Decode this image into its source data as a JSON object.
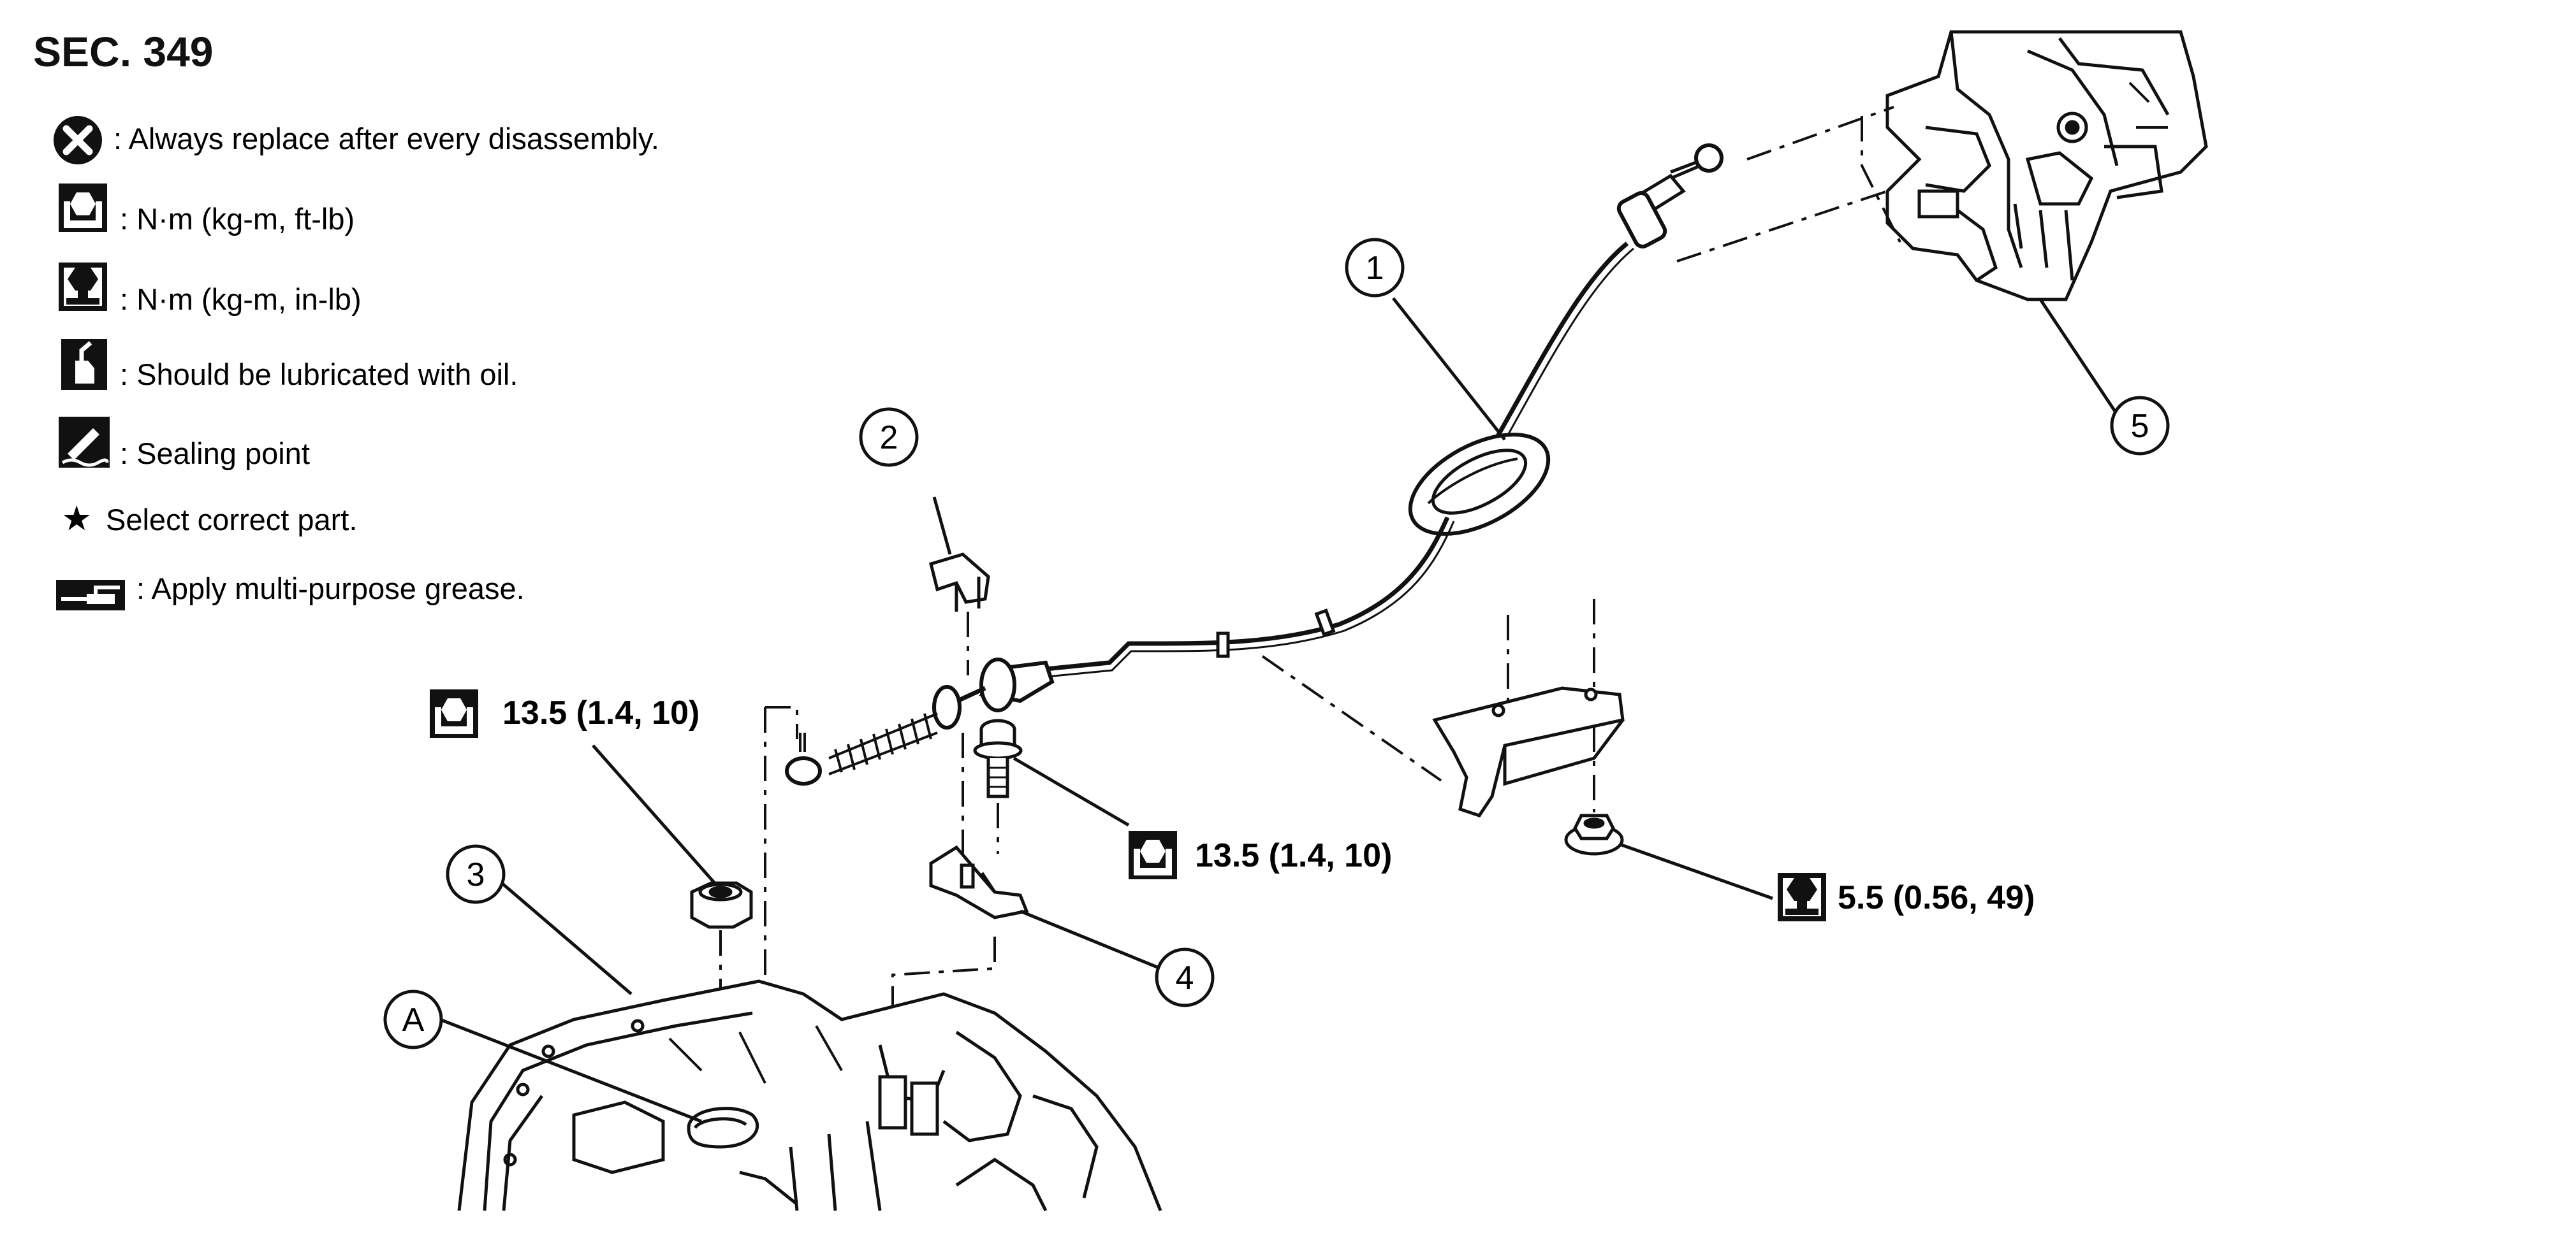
{
  "section": "SEC. 349",
  "legend": [
    {
      "icon": "x-circle-icon",
      "text": ": Always replace after every disassembly."
    },
    {
      "icon": "torque-nm-ftlb-icon",
      "text": ": N·m (kg-m, ft-lb)"
    },
    {
      "icon": "torque-nm-inlb-icon",
      "text": ": N·m (kg-m, in-lb)"
    },
    {
      "icon": "oil-can-icon",
      "text": ": Should be lubricated with oil."
    },
    {
      "icon": "sealing-point-icon",
      "text": ": Sealing point"
    },
    {
      "icon": "star-icon",
      "text": "Select correct part."
    },
    {
      "icon": "grease-icon",
      "text": ": Apply multi-purpose grease."
    }
  ],
  "star_glyph": "★",
  "torque_specs": [
    {
      "id": "nut-left",
      "icon": "torque-nm-ftlb-icon",
      "value": "13.5 (1.4, 10)"
    },
    {
      "id": "bolt-center",
      "icon": "torque-nm-ftlb-icon",
      "value": "13.5 (1.4, 10)"
    },
    {
      "id": "nut-right",
      "icon": "torque-nm-inlb-icon",
      "value": "5.5 (0.56, 49)"
    }
  ],
  "callouts": [
    "1",
    "2",
    "3",
    "4",
    "5",
    "A"
  ]
}
